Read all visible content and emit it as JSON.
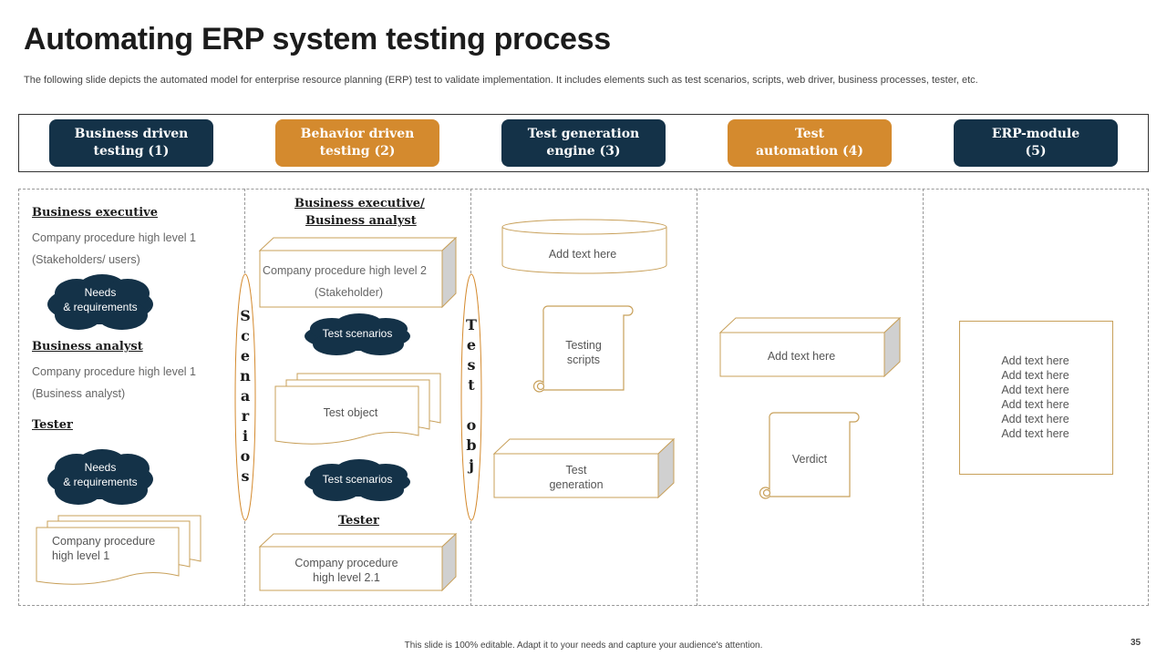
{
  "title": "Automating ERP system testing process",
  "subtitle": "The following slide depicts the automated model for enterprise resource planning (ERP) test to validate implementation. It includes elements such as test scenarios, scripts, web driver, business processes, tester, etc.",
  "colors": {
    "navy": "#143248",
    "orange": "#d48a2e",
    "outline": "#c8a05a"
  },
  "stages": [
    {
      "label": "Business driven\ntesting (1)",
      "color": "navy"
    },
    {
      "label": "Behavior driven\ntesting (2)",
      "color": "orange"
    },
    {
      "label": "Test generation\nengine (3)",
      "color": "navy"
    },
    {
      "label": "Test\nautomation (4)",
      "color": "orange"
    },
    {
      "label": "ERP-module\n(5)",
      "color": "navy"
    }
  ],
  "col1": {
    "heading1": "Business executive",
    "text1a": "Company procedure  high level 1",
    "text1b": "(Stakeholders/ users)",
    "cloud1": "Needs\n& requirements",
    "heading2": "Business analyst",
    "text2a": "Company procedure  high level 1",
    "text2b": "(Business analyst)",
    "heading3": "Tester",
    "cloud2": "Needs\n& requirements",
    "doc": "Company procedure\nhigh level  1"
  },
  "col2": {
    "heading1a": "Business executive/",
    "heading1b": "Business analyst",
    "box1a": "Company procedure  high level 2",
    "box1b": "(Stakeholder)",
    "cloud1": "Test scenarios",
    "doc": "Test object",
    "cloud2": "Test scenarios",
    "heading2": "Tester",
    "box2": "Company procedure\nhigh level  2.1"
  },
  "connector1": {
    "letters": [
      "S",
      "c",
      "e",
      "n",
      "a",
      "r",
      "i",
      "o",
      "s"
    ]
  },
  "connector2": {
    "letters": [
      "T",
      "e",
      "s",
      "t",
      "",
      "o",
      "b",
      "j"
    ]
  },
  "col3": {
    "cylinder": "Add text here",
    "scroll": "Testing\nscripts",
    "box": "Test\ngeneration"
  },
  "col4": {
    "box": "Add text here",
    "scroll": "Verdict"
  },
  "col5": {
    "lines": [
      "Add text here",
      "Add text here",
      "Add text here",
      "Add text here",
      "Add text here",
      "Add text here"
    ]
  },
  "footer": "This slide is 100% editable. Adapt it to your needs and capture your audience's attention.",
  "page_number": "35"
}
